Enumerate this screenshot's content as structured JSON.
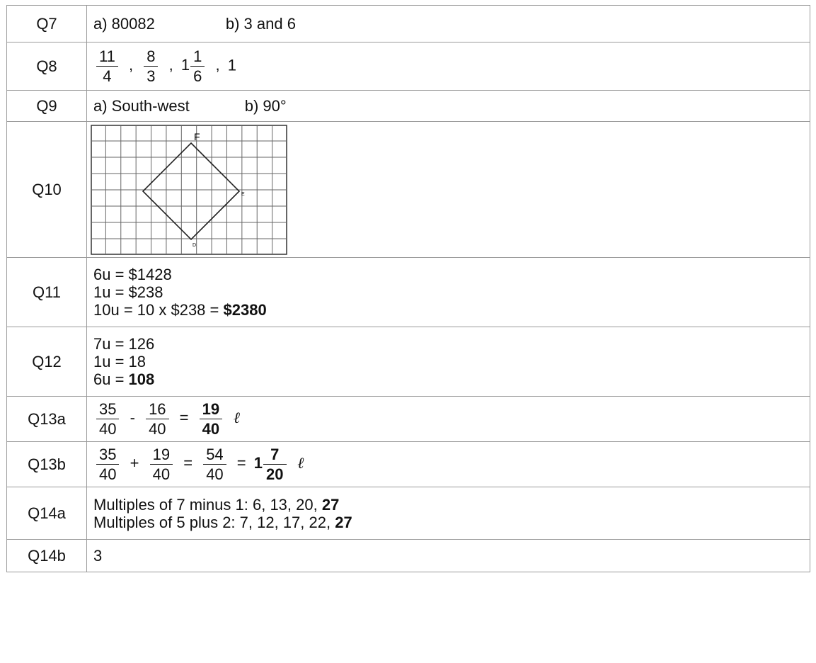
{
  "rows": {
    "q7": {
      "label": "Q7",
      "a": "a) 80082",
      "b": "b) 3 and 6"
    },
    "q8": {
      "label": "Q8",
      "f1n": "11",
      "f1d": "4",
      "sep1": ",",
      "f2n": "8",
      "f2d": "3",
      "sep2": ",",
      "m3w": "1",
      "m3n": "1",
      "m3d": "6",
      "sep3": ",",
      "last": "1"
    },
    "q9": {
      "label": "Q9",
      "a": "a) South-west",
      "b": "b) 90°"
    },
    "q10": {
      "label": "Q10",
      "grid_cols": 13,
      "grid_rows": 8,
      "points": {
        "F": "F",
        "E": "E",
        "D": "D"
      }
    },
    "q11": {
      "label": "Q11",
      "l1": "6u = $1428",
      "l2": "1u = $238",
      "l3_pre": "10u = 10 x $238 = ",
      "l3_bold": "$2380"
    },
    "q12": {
      "label": "Q12",
      "l1": "7u = 126",
      "l2": "1u = 18",
      "l3_pre": "6u = ",
      "l3_bold": "108"
    },
    "q13a": {
      "label": "Q13a",
      "f1n": "35",
      "f1d": "40",
      "op1": "-",
      "f2n": "16",
      "f2d": "40",
      "eq": "=",
      "rn": "19",
      "rd": "40",
      "unit": "ℓ"
    },
    "q13b": {
      "label": "Q13b",
      "f1n": "35",
      "f1d": "40",
      "op1": "+",
      "f2n": "19",
      "f2d": "40",
      "eq1": "=",
      "f3n": "54",
      "f3d": "40",
      "eq2": "=",
      "mw": "1",
      "mn": "7",
      "md": "20",
      "unit": "ℓ"
    },
    "q14a": {
      "label": "Q14a",
      "l1_pre": "Multiples of 7 minus 1: 6, 13, 20, ",
      "l1_bold": "27",
      "l2_pre": "Multiples of 5 plus 2: 7, 12, 17, 22, ",
      "l2_bold": "27"
    },
    "q14b": {
      "label": "Q14b",
      "a": "3"
    }
  }
}
